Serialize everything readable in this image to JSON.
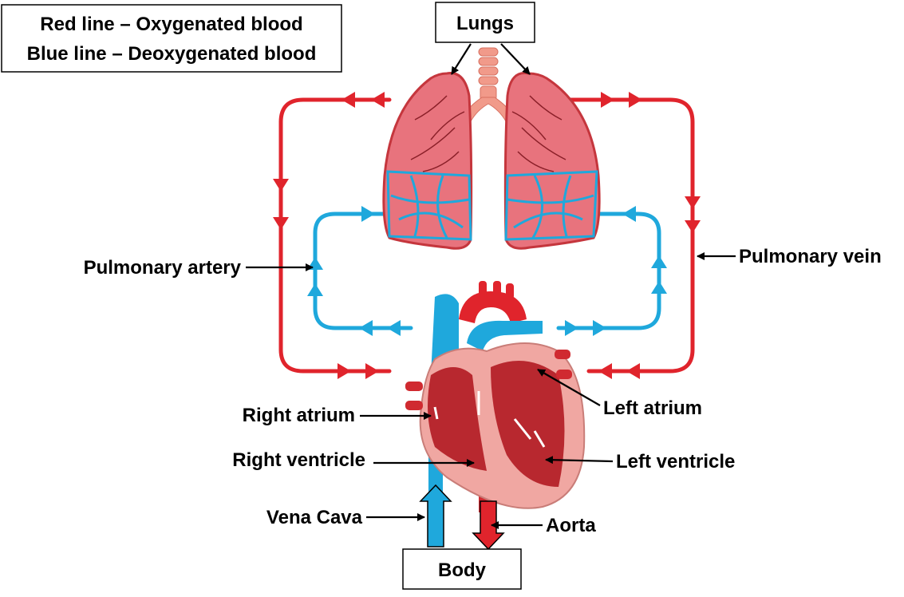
{
  "legend": {
    "line1": "Red line – Oxygenated blood",
    "line2": "Blue line – Deoxygenated blood"
  },
  "boxes": {
    "lungs": "Lungs",
    "body": "Body"
  },
  "labels": {
    "pulmonary_artery": "Pulmonary artery",
    "pulmonary_vein": "Pulmonary vein",
    "right_atrium": "Right atrium",
    "right_ventricle": "Right ventricle",
    "left_atrium": "Left atrium",
    "left_ventricle": "Left ventricle",
    "vena_cava": "Vena Cava",
    "aorta": "Aorta"
  },
  "colors": {
    "oxygenated": "#e0242c",
    "deoxygenated": "#1fa8dc",
    "lung_fill": "#e8737d",
    "heart_dark": "#b8282f",
    "heart_light": "#f0a7a2"
  }
}
